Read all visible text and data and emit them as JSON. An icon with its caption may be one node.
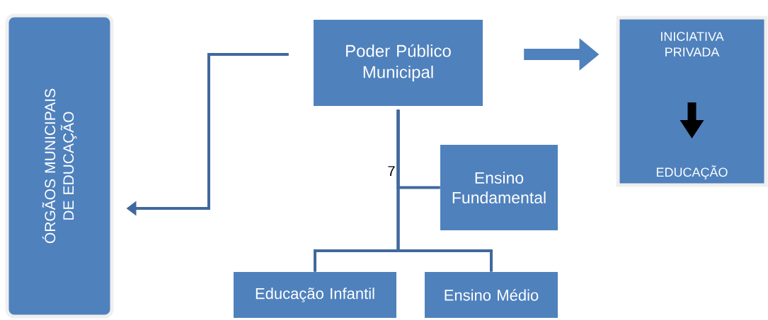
{
  "diagram": {
    "nodes": [
      {
        "text": [
          "ÓRGÃOS MUNICIPAIS DE EDUCAÇÃO"
        ]
      },
      {
        "text": [
          "Poder Público Municipal"
        ]
      },
      {
        "text": [
          "INICIATIVA PRIVADA",
          "EDUCAÇÃO"
        ]
      },
      {
        "text": [
          "Ensino Fundamental"
        ]
      },
      {
        "text": [
          "Educação Infantil"
        ]
      },
      {
        "text": [
          "Ensino Médio"
        ]
      }
    ],
    "edges": [
      {
        "from": 1,
        "to": 0,
        "arrow": "to"
      },
      {
        "from": 1,
        "to": 2,
        "arrow": "to",
        "style": "thick"
      },
      {
        "from": 1,
        "to": 3,
        "arrow": "none"
      },
      {
        "from": 1,
        "to": 4,
        "arrow": "none"
      },
      {
        "from": 1,
        "to": 5,
        "arrow": "none"
      }
    ],
    "labels": [
      "7"
    ]
  }
}
